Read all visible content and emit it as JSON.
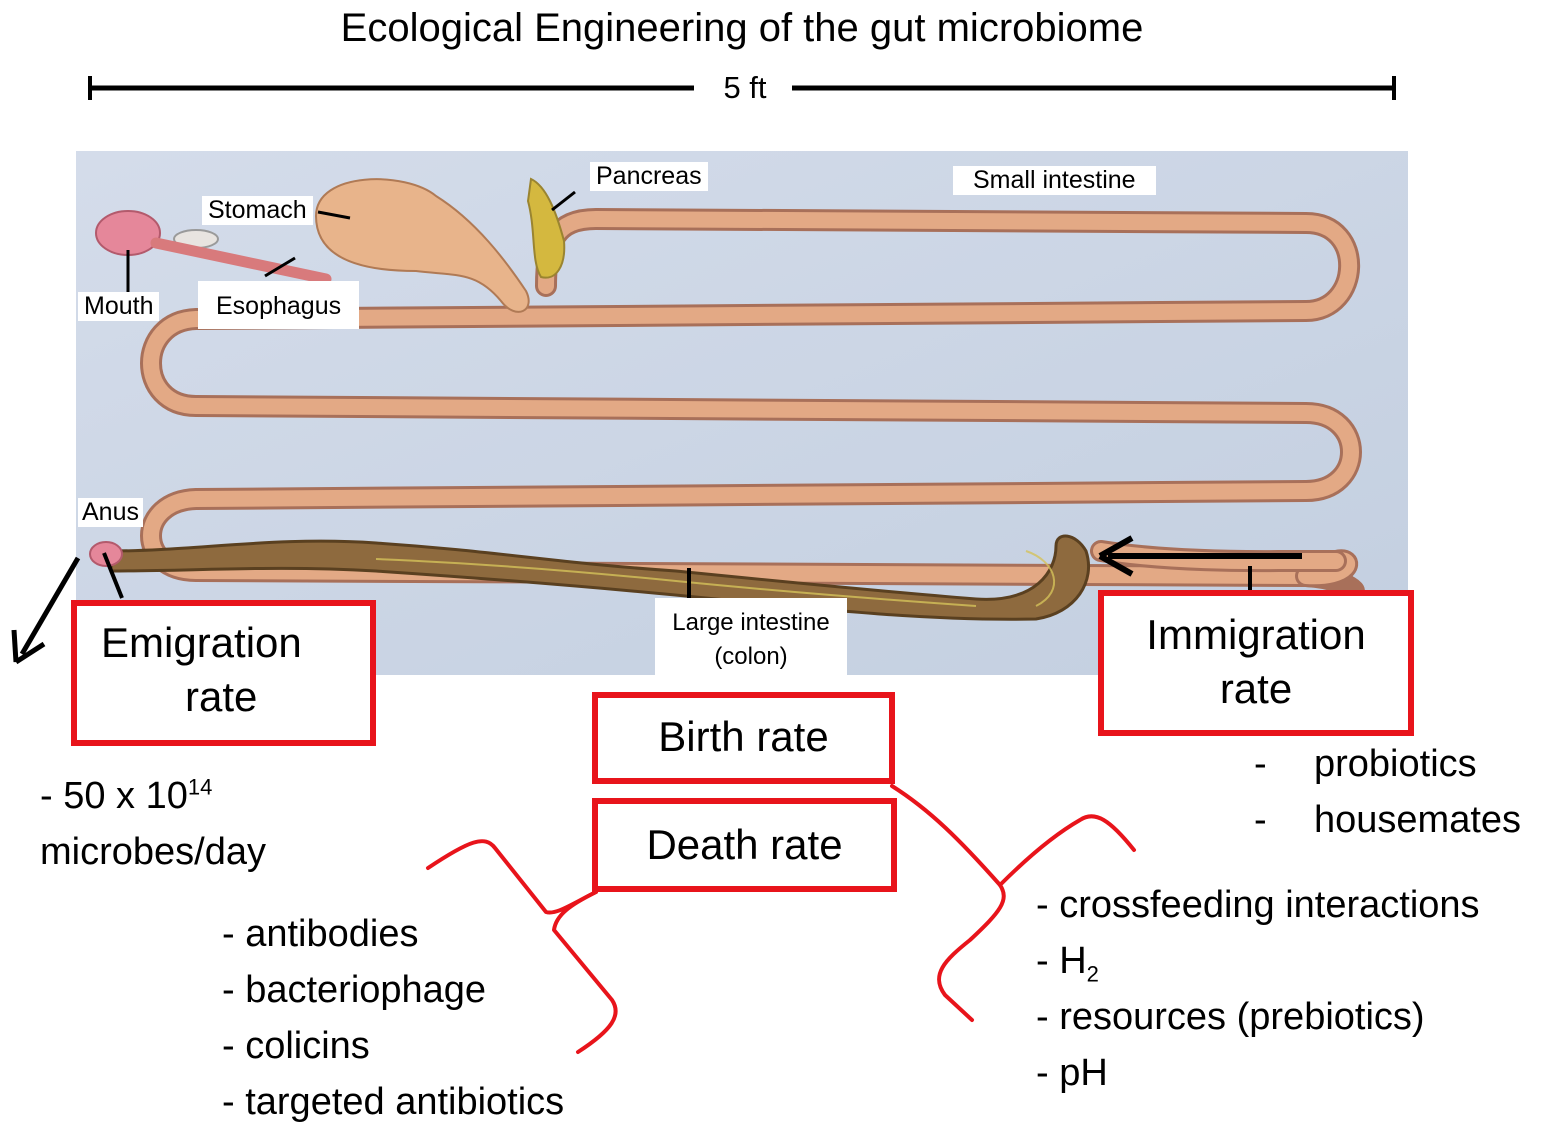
{
  "title": "Ecological Engineering of the gut microbiome",
  "scale_label": "5 ft",
  "organ_labels": {
    "stomach": "Stomach",
    "pancreas": "Pancreas",
    "small_intestine": "Small intestine",
    "mouth": "Mouth",
    "esophagus": "Esophagus",
    "anus": "Anus",
    "large_intestine_line1": "Large intestine",
    "large_intestine_line2": "(colon)"
  },
  "boxes": {
    "emigration_line1": "Emigration",
    "emigration_line2": "rate",
    "immigration_line1": "Immigration",
    "immigration_line2": "rate",
    "birth": "Birth rate",
    "death": "Death rate"
  },
  "emigration_note": {
    "prefix": "- 50 x 10",
    "exponent": "14",
    "line2": "microbes/day"
  },
  "immigration_list": {
    "bullet": "-",
    "items": [
      "probiotics",
      "housemates"
    ]
  },
  "death_list": [
    "- antibodies",
    "- bacteriophage",
    "- colicins",
    "- targeted antibiotics"
  ],
  "birth_list": {
    "item1": "- crossfeeding interactions",
    "h2_prefix": "- H",
    "h2_sub": "2",
    "item3": "- resources (prebiotics)",
    "item4": "- pH"
  },
  "colors": {
    "highlight_red": "#e8141b",
    "illustration_background": "#c9d4e3",
    "intestine": "#e2a67e",
    "colon": "#8e6a3e"
  }
}
